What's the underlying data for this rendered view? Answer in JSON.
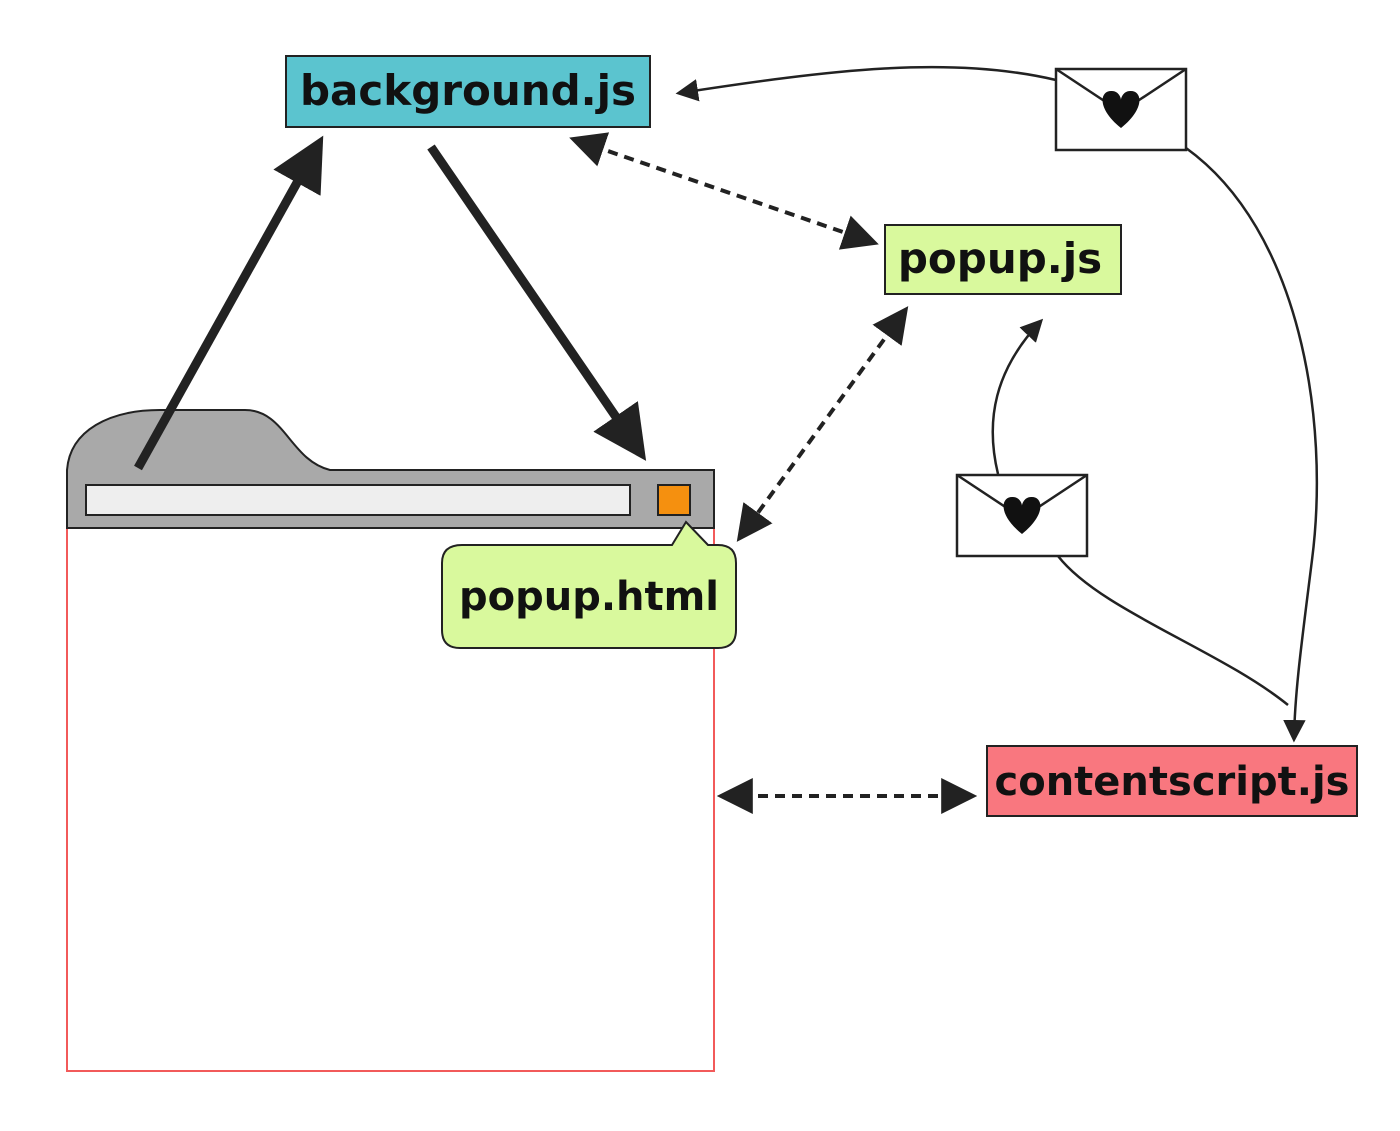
{
  "nodes": {
    "background": {
      "label": "background.js",
      "color": "#5bc4cf"
    },
    "popup_js": {
      "label": "popup.js",
      "color": "#d9f99d"
    },
    "popup_html": {
      "label": "popup.html",
      "color": "#d9f99d"
    },
    "contentscript": {
      "label": "contentscript.js",
      "color": "#f9777f"
    }
  },
  "browser": {
    "chrome_color": "#a9a9a9",
    "address_bar_color": "#eeeeee",
    "extension_button_color": "#f5900f",
    "page_border_color": "#f25a5a"
  },
  "icons": {
    "message_envelope": "envelope-heart-icon"
  },
  "colors": {
    "line": "#222222"
  }
}
